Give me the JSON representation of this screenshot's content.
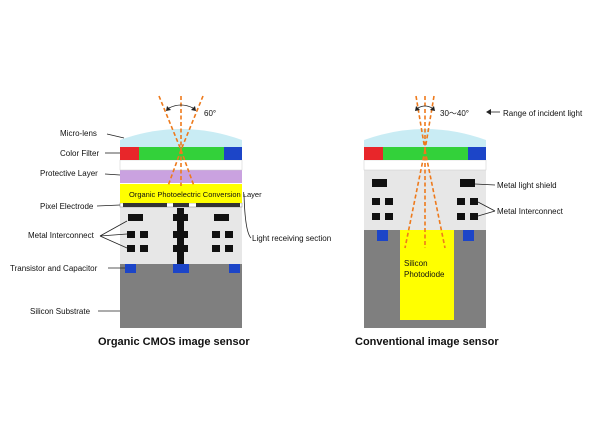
{
  "left": {
    "angle": "60°",
    "labels": {
      "micro_lens": "Micro-lens",
      "color_filter": "Color Filter",
      "protective_layer": "Protective Layer",
      "opc_layer": "Organic Photoelectric Conversion Layer",
      "pixel_electrode": "Pixel Electrode",
      "metal_interconnect": "Metal Interconnect",
      "transistor_capacitor": "Transistor and Capacitor",
      "silicon_substrate": "Silicon Substrate",
      "light_receiving": "Light receiving section"
    },
    "caption": "Organic CMOS image sensor"
  },
  "right": {
    "angle": "30～40°",
    "range": "Range of incident light",
    "labels": {
      "metal_light_shield": "Metal light shield",
      "metal_interconnect": "Metal Interconnect",
      "silicon": "Silicon",
      "photodiode": "Photodiode"
    },
    "caption": "Conventional image sensor"
  },
  "colors": {
    "lens": "#c9ecf4",
    "red": "#e8262a",
    "green": "#33d13a",
    "blue": "#1c45c8",
    "protective": "#caa2e0",
    "organic": "#ffff00",
    "interconnect_bg": "#e7e7e7",
    "substrate": "#7f7f7f",
    "metal": "#111111",
    "ray": "#ee7a1c"
  }
}
